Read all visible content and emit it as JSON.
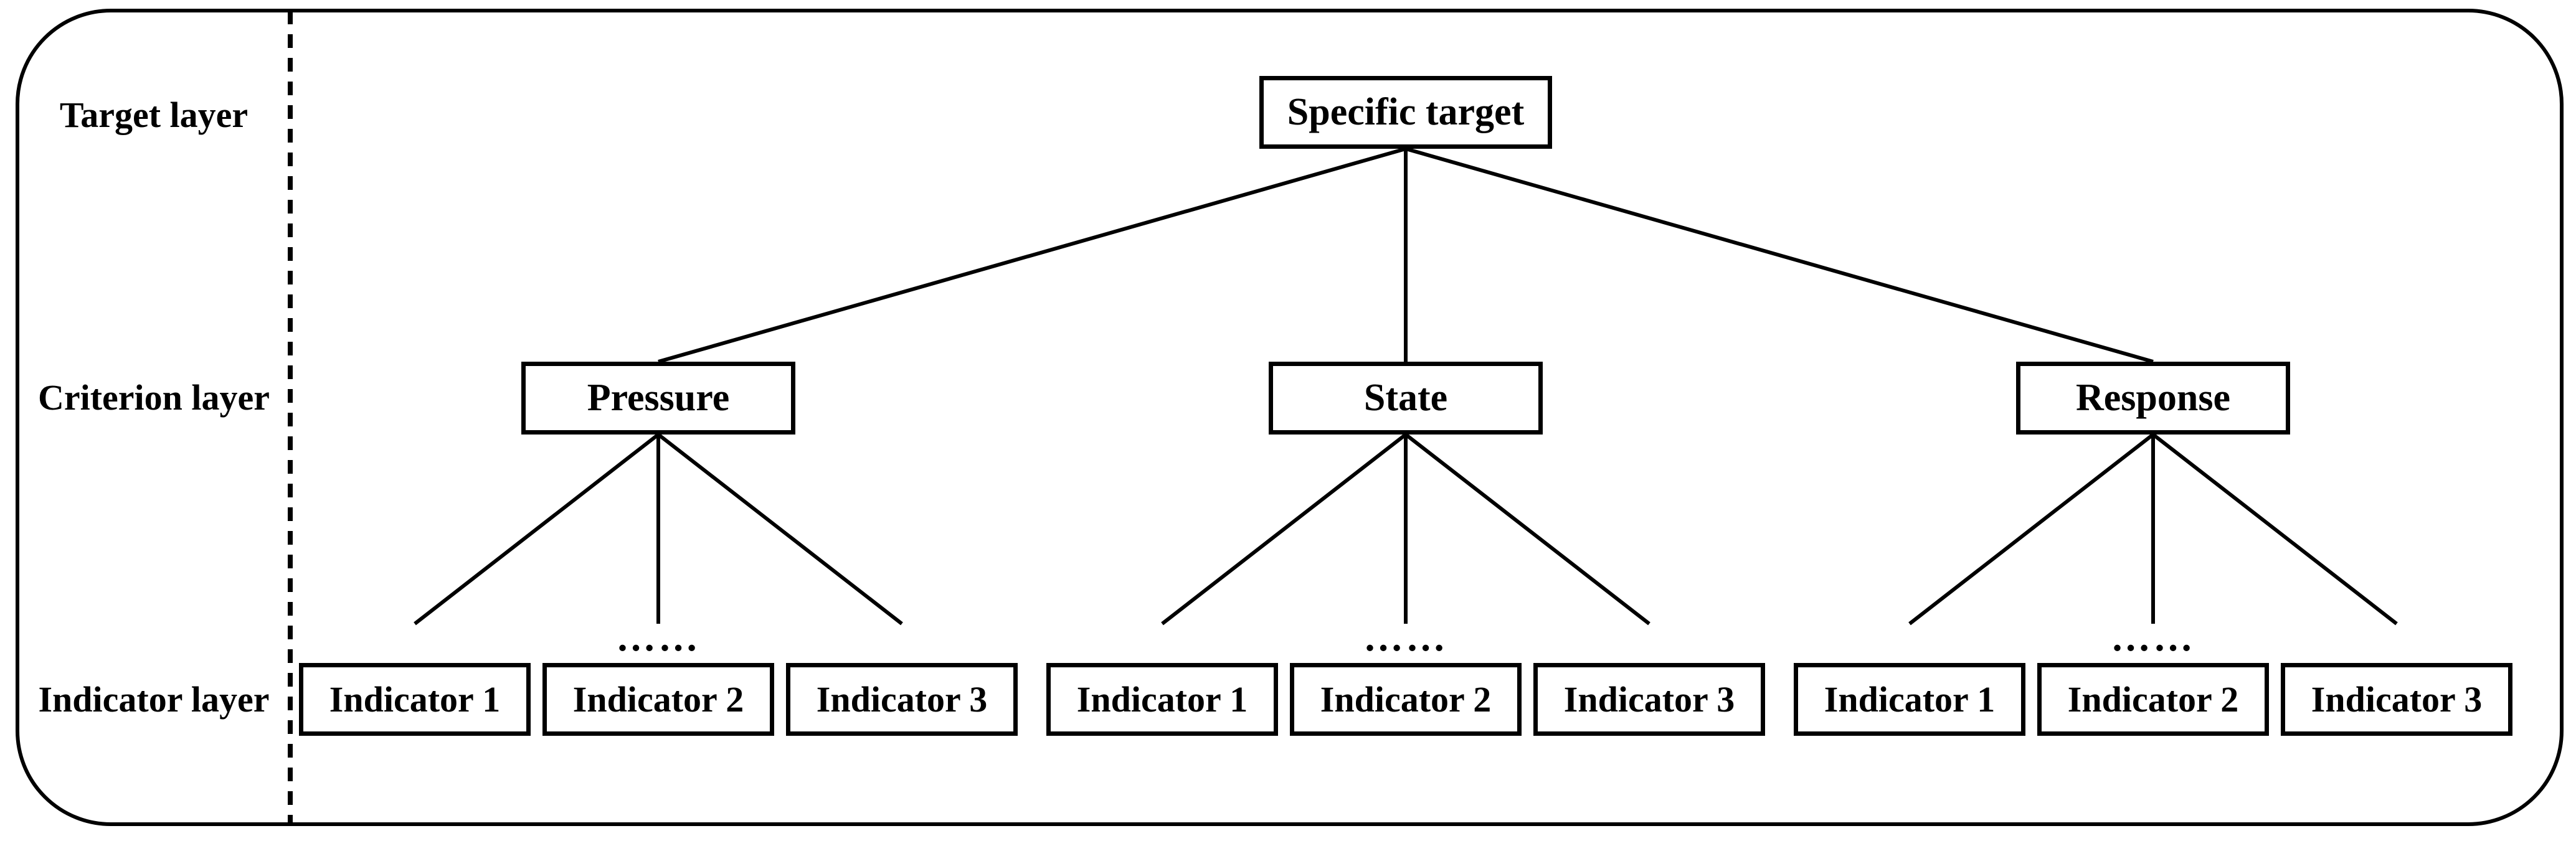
{
  "figure": {
    "description": "Three-level hierarchical evaluation framework diagram (target / criterion / indicator layers)",
    "background_color": "#ffffff",
    "line_color": "#000000"
  },
  "row_labels": [
    {
      "label": "Target layer"
    },
    {
      "label": "Criterion layer"
    },
    {
      "label": "Indicator layer"
    }
  ],
  "target_layer": {
    "node": "Specific target"
  },
  "criterion_layer": {
    "nodes": [
      "Pressure",
      "State",
      "Response"
    ]
  },
  "indicator_groups": [
    {
      "parent": "Pressure",
      "ellipsis": "……",
      "items": [
        "Indicator 1",
        "Indicator 2",
        "Indicator 3"
      ]
    },
    {
      "parent": "State",
      "ellipsis": "……",
      "items": [
        "Indicator 1",
        "Indicator 2",
        "Indicator 3"
      ]
    },
    {
      "parent": "Response",
      "ellipsis": "……",
      "items": [
        "Indicator 1",
        "Indicator 2",
        "Indicator 3"
      ]
    }
  ]
}
